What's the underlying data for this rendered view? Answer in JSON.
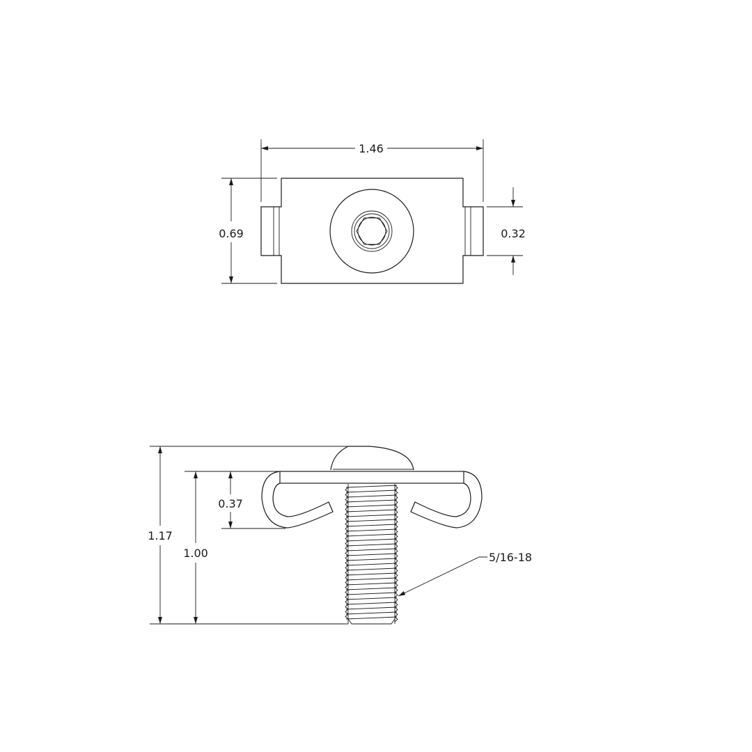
{
  "drawing": {
    "background": "#ffffff",
    "line_color": "#1a1a1a",
    "top_view": {
      "name": "channel-nut-top-view",
      "dimensions": {
        "overall_width": "1.46",
        "body_height": "0.69",
        "tab_height": "0.32"
      }
    },
    "side_view": {
      "name": "channel-nut-side-view",
      "dimensions": {
        "overall_height": "1.17",
        "bolt_length": "1.00",
        "spring_depth": "0.37"
      },
      "callouts": {
        "thread": "5/16-18"
      }
    }
  }
}
